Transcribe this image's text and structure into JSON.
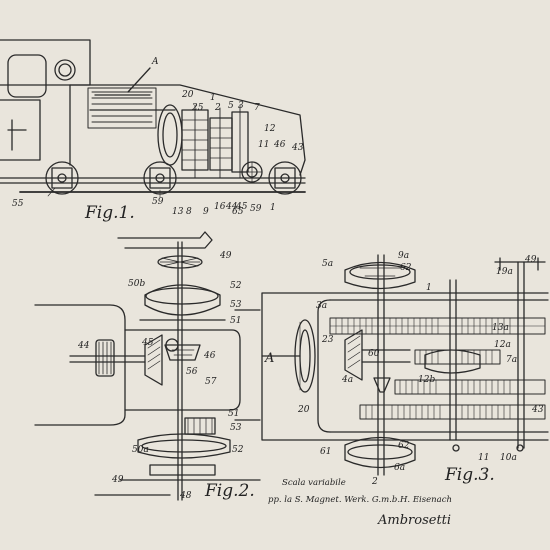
{
  "colors": {
    "paper": "#e9e5dc",
    "ink": "#2a2a2a",
    "hatch": "#555555"
  },
  "figures": [
    {
      "id": "fig1",
      "title": "Fig.1."
    },
    {
      "id": "fig2",
      "title": "Fig.2."
    },
    {
      "id": "fig3",
      "title": "Fig.3."
    }
  ],
  "labels": {
    "fig1": [
      "A",
      "20",
      "25",
      "1",
      "2",
      "5",
      "3",
      "7",
      "12",
      "11",
      "46",
      "43",
      "55",
      "59",
      "13",
      "8",
      "9",
      "16",
      "44",
      "45",
      "65",
      "59",
      "1"
    ],
    "fig2": [
      "49",
      "50b",
      "52",
      "53",
      "51",
      "44",
      "45",
      "46",
      "56",
      "57",
      "51",
      "53",
      "50a",
      "52",
      "49",
      "48"
    ],
    "fig3": [
      "5a",
      "9a",
      "62",
      "1",
      "49",
      "19a",
      "3a",
      "23",
      "60",
      "13a",
      "12a",
      "7a",
      "A",
      "4a",
      "12b",
      "20",
      "43",
      "61",
      "62",
      "6a",
      "2",
      "11",
      "10a"
    ]
  },
  "notes": {
    "scale": "Scala variabile",
    "applicant": "pp. la S. Magnet. Werk. G.m.b.H. Eisenach",
    "signature": "Ambrosetti"
  }
}
